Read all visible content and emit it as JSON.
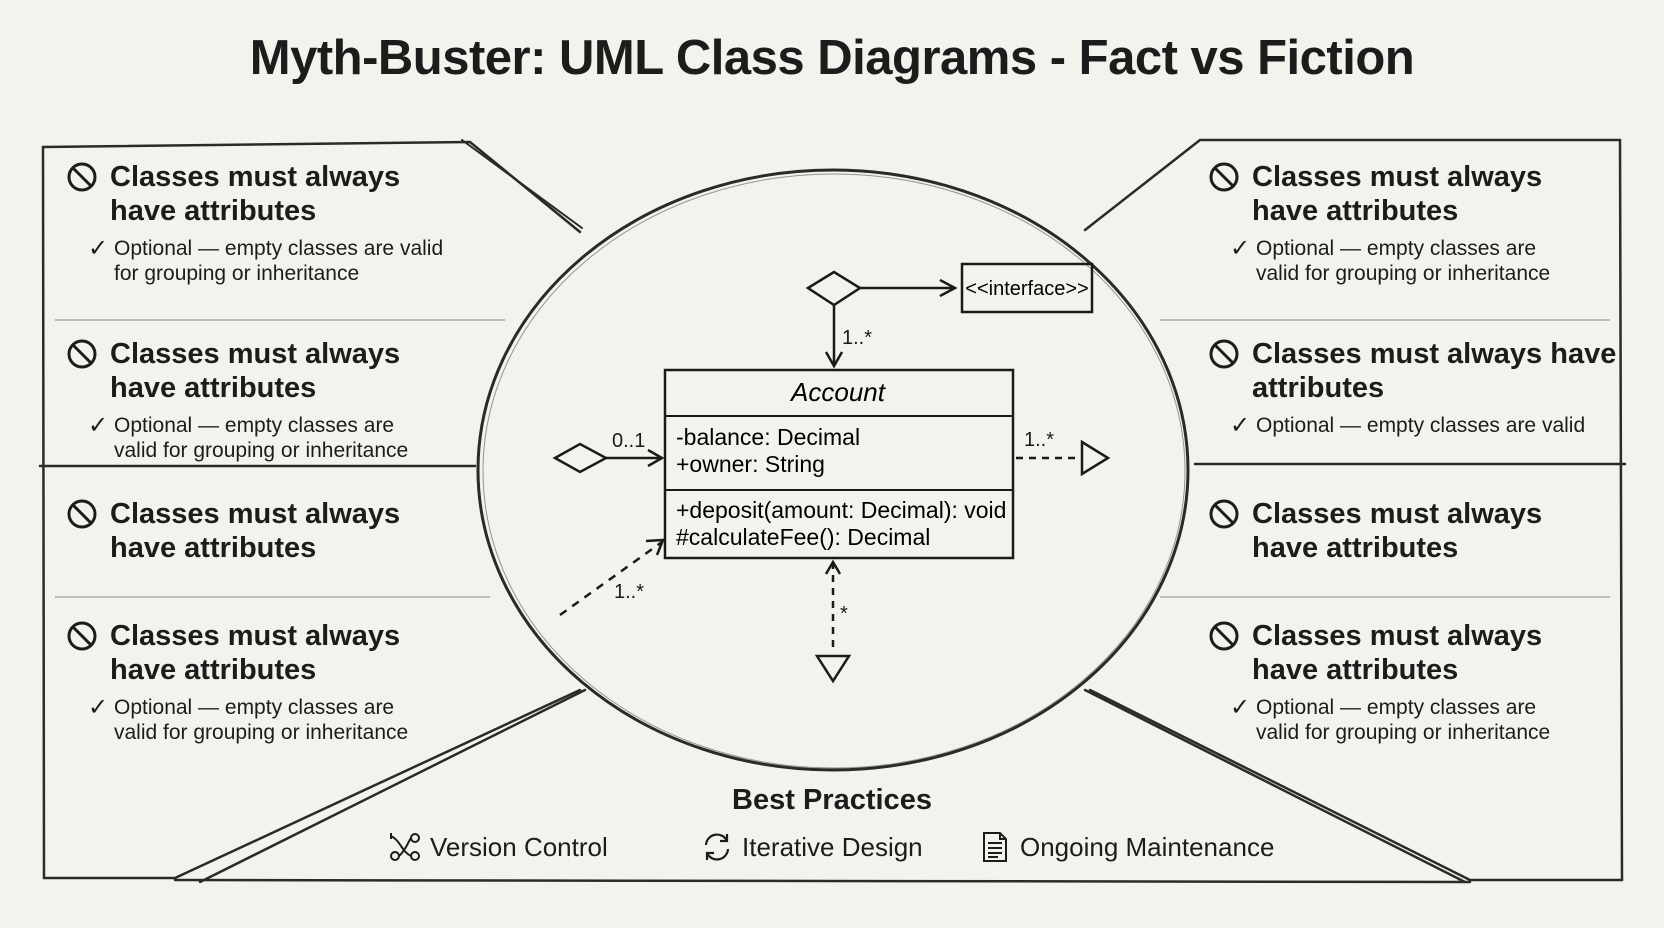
{
  "title": "Myth-Buster: UML Class Diagrams - Fact vs Fiction",
  "icons": {
    "myth": "prohibited-icon",
    "fact": "checkmark-icon",
    "version_control": "branch-icon",
    "iterative_design": "refresh-cycle-icon",
    "ongoing_maintenance": "document-icon"
  },
  "left_myths": [
    {
      "myth": "Classes must always have attributes",
      "fact": "Optional — empty classes are valid for grouping or inheritance"
    },
    {
      "myth": "Classes must always have attributes",
      "fact": "Optional — empty classes are valid for grouping or inheritance"
    },
    {
      "myth": "Classes must always have attributes",
      "fact": ""
    },
    {
      "myth": "Classes must always have attributes",
      "fact": "Optional — empty classes are valid for grouping or inheritance"
    }
  ],
  "right_myths": [
    {
      "myth": "Classes must always have attributes",
      "fact": "Optional — empty classes are valid for grouping or inheritance"
    },
    {
      "myth": "Classes must always have attributes",
      "fact": "Optional — empty classes are valid"
    },
    {
      "myth": "Classes must always have attributes",
      "fact": ""
    },
    {
      "myth": "Classes must always have attributes",
      "fact": "Optional — empty classes are valid for grouping or inheritance"
    }
  ],
  "uml": {
    "class_name": "Account",
    "attributes": [
      "-balance: Decimal",
      "+owner: String"
    ],
    "methods": [
      "+deposit(amount: Decimal): void",
      "#calculateFee(): Decimal"
    ],
    "interface_label": "<<interface>>",
    "multiplicities": {
      "top": "1..*",
      "left": "0..1",
      "right": "1..*",
      "bottom_left": "1..*",
      "bottom": "*"
    }
  },
  "best_practices": {
    "title": "Best Practices",
    "items": [
      "Version Control",
      "Iterative Design",
      "Ongoing Maintenance"
    ]
  }
}
